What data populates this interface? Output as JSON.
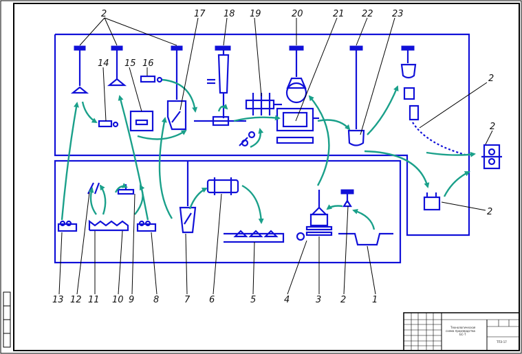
{
  "callouts": {
    "top": [
      "2",
      "17",
      "18",
      "19",
      "20",
      "21",
      "22",
      "23"
    ],
    "bottom": [
      "13",
      "12",
      "11",
      "10",
      "9",
      "8",
      "7",
      "6",
      "5",
      "4",
      "3",
      "2",
      "1"
    ],
    "inner": [
      "14",
      "15",
      "16"
    ],
    "right": [
      "2",
      "2",
      "2"
    ]
  },
  "title_block": {
    "title_lines": [
      "Технологическая",
      "схема производства",
      "БС-Т"
    ],
    "code": "ТПЭ-17"
  },
  "colors": {
    "equipment": "#1010d8",
    "material_flow": "#1aa08a",
    "frame": "#000000"
  }
}
